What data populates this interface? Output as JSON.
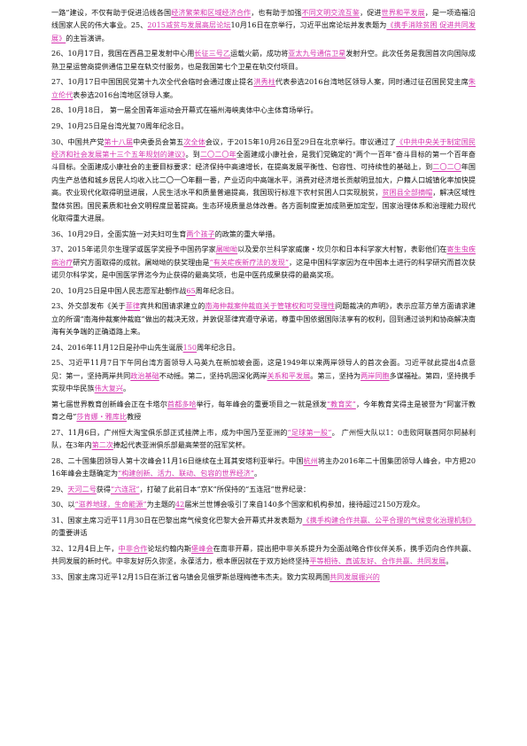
{
  "accent_color": "#d633b0",
  "paragraphs": [
    {
      "segments": [
        {
          "t": "一路”建设，不仅有助于促进沿线各国"
        },
        {
          "t": "经济繁荣和区域经济合作",
          "h": true
        },
        {
          "t": "，也有助于加强"
        },
        {
          "t": "不同文明交流互鉴",
          "h": true
        },
        {
          "t": "，促进"
        },
        {
          "t": "世界和平发展",
          "h": true
        },
        {
          "t": "，是一项造福沿线国家人民的伟大事业。25、"
        },
        {
          "t": "2015减贫与发展高层论坛",
          "h": true
        },
        {
          "t": "10月16日在京举行，习近平出席论坛并发表题为"
        },
        {
          "t": "《携手消除贫困 促进共同发展》",
          "h": true
        },
        {
          "t": "的主旨演讲。"
        }
      ]
    },
    {
      "segments": [
        {
          "t": "26、10月17日，我国在西昌卫星发射中心用"
        },
        {
          "t": "长征三号乙",
          "h": true
        },
        {
          "t": "运载火箭，成功将"
        },
        {
          "t": "亚太九号通信卫星",
          "h": true
        },
        {
          "t": "发射升空。此次任务是我国首次向国际成熟卫星运营商提供通信卫星在轨交付服务，也是我国第七个卫星在轨交付项目。"
        }
      ]
    },
    {
      "segments": [
        {
          "t": "27、10月17日中国国民党第十九次全代会临时会通过废止提名"
        },
        {
          "t": "洪秀柱",
          "h": true
        },
        {
          "t": "代表参选2016台湾地区领导人案，同时通过征召国民党主席"
        },
        {
          "t": "朱立伦代",
          "h": true
        },
        {
          "t": "表参选2016台湾地区领导人案。"
        }
      ]
    },
    {
      "segments": [
        {
          "t": "28、10月18日， 第一届全国青年运动会开幕式在福州海峡奥体中心主体育场举行。"
        }
      ]
    },
    {
      "segments": [
        {
          "t": "29、10月25日是台湾光复70周年纪念日。"
        }
      ]
    },
    {
      "segments": [
        {
          "t": "30、中国共产党"
        },
        {
          "t": "第十八届",
          "h": true
        },
        {
          "t": "中央委员会第五"
        },
        {
          "t": "次全体",
          "h": true
        },
        {
          "t": "会议，于2015年10月26日至29日在北京举行。审议通过了"
        },
        {
          "t": "《中共中央关于制定国民经济和社会发展第十三个五年规划的建议》",
          "h": true
        },
        {
          "t": "。到"
        },
        {
          "t": "二〇二〇年",
          "h": true
        },
        {
          "t": "全面建成小康社会，是我们党确定的“两个一百年”奋斗目标的第一个百年奋斗目标。全面建成小康社会的主要目标要求：经济保持中高速增长，在提高发展平衡性、包容性、可持续性的基础上，到"
        },
        {
          "t": "二〇二〇",
          "h": true
        },
        {
          "t": "年国内生产总值和城乡居民人均收入比二〇一〇年翻一番，产业迈向中高端水平，消费对经济增长贡献明显加大，户籍人口城镇化率加快提高。农业现代化取得明显进展，人民生活水平和质量普遍提高，我国现行标准下农村贫困人口实现脱贫，"
        },
        {
          "t": "贫困县全部摘帽",
          "h": true
        },
        {
          "t": "，解决区域性整体贫困。国民素质和社会文明程度显著提高。生态环境质量总体改善。各方面制度更加成熟更加定型，国家治理体系和治理能力现代化取得重大进展。"
        }
      ]
    },
    {
      "segments": [
        {
          "t": "36、10月29日，全面实施一对夫妇可生育"
        },
        {
          "t": "两个孩子",
          "h": true
        },
        {
          "t": "的政策的重大举措。"
        }
      ]
    },
    {
      "segments": [
        {
          "t": "37、2015年诺贝尔生理学或医学奖授予中国药学家"
        },
        {
          "t": "屠呦呦",
          "h": true
        },
        {
          "t": "以及爱尔兰科学家威廉・坎贝尔和日本科学家大村智，表彰他们在"
        },
        {
          "t": "寄生虫疾病治疗",
          "h": true
        },
        {
          "t": "研究方面取得的成就。屠呦呦的获奖理由是"
        },
        {
          "t": "“有关疟疾新疗法的发现”",
          "h": true
        },
        {
          "t": "，这是中国科学家因为在中国本土进行的科学研究而首次获诺贝尔科学奖，是中国医学界迄今为止获得的最高奖项，也是中医药成果获得的最高奖项。"
        }
      ]
    },
    {
      "segments": [
        {
          "t": "20、10月25日是中国人民志愿军赴朝作战"
        },
        {
          "t": "65",
          "h": true
        },
        {
          "t": "周年纪念日。"
        }
      ]
    },
    {
      "segments": [
        {
          "t": "23、外交部发布《关于"
        },
        {
          "t": "菲律",
          "h": true
        },
        {
          "t": "宾共和国请求建立的"
        },
        {
          "t": "南海仲裁案仲裁庭关于管辖权和可受理性",
          "h": true
        },
        {
          "t": "问题裁决的声明》，表示应菲方单方面请求建立的所谓“南海仲裁案仲裁庭”做出的裁决无效，并敦促菲律宾遵守承诺，尊重中国依据国际法享有的权利，回到通过谈判和协商解决南海有关争端的正确道路上来。"
        }
      ]
    },
    {
      "segments": [
        {
          "t": "24、2016年11月12日是孙中山先生诞辰"
        },
        {
          "t": "150",
          "h": true
        },
        {
          "t": "周年纪念日。"
        }
      ]
    },
    {
      "segments": [
        {
          "t": "25、习近平11月7日下午同台湾方面领导人马英九在新加坡会面，这是1949年以来两岸领导人的首次会面。习近平就此提出4点意见：第一，坚持两岸共同"
        },
        {
          "t": "政治基础",
          "h": true
        },
        {
          "t": "不动摇。第二，坚持巩固深化两岸"
        },
        {
          "t": "关系和平发展",
          "h": true
        },
        {
          "t": "。第三，坚持为"
        },
        {
          "t": "两岸同胞",
          "h": true
        },
        {
          "t": "多谋福祉。第四，坚持携手实现中华民族"
        },
        {
          "t": "伟大复兴",
          "h": true
        },
        {
          "t": "。"
        }
      ]
    },
    {
      "segments": [
        {
          "t": "第七届世界教育创新峰会正在卡塔尔"
        },
        {
          "t": "首都多哈",
          "h": true
        },
        {
          "t": "举行，每年峰会的重要项目之一就是颁发"
        },
        {
          "t": "“教育奖”",
          "h": true
        },
        {
          "t": "，今年教育奖得主是被誉为“阿富汗教育之母”"
        },
        {
          "t": "莎肯娜・雅库比",
          "h": true
        },
        {
          "t": "教授"
        }
      ]
    },
    {
      "segments": [
        {
          "t": "27、11月6日，广州恒大淘宝俱乐部正式挂牌上市，成为中国乃至亚洲的"
        },
        {
          "t": "“足球第一股”",
          "h": true
        },
        {
          "t": "。 广州恒大队以1：0击败阿联酋阿尔阿赫利队，在3年内"
        },
        {
          "t": "第二次",
          "h": true
        },
        {
          "t": "捧起代表亚洲俱乐部最高荣誉的冠军奖杯。"
        }
      ]
    },
    {
      "segments": [
        {
          "t": "28、二十国集团领导人第十次峰会11月16日继续在土耳其安塔利亚举行。中国"
        },
        {
          "t": "杭州",
          "h": true
        },
        {
          "t": "将主办2016年二十国集团领导人峰会，中方把2016年峰会主题确定为"
        },
        {
          "t": "“构建创新、活力、联动、包容的世界经济”",
          "h": true
        },
        {
          "t": "。"
        }
      ]
    },
    {
      "segments": [
        {
          "t": "29、"
        },
        {
          "t": "天河二号",
          "h": true
        },
        {
          "t": "获得"
        },
        {
          "t": "“六连冠”",
          "h": true
        },
        {
          "t": "，打破了此前日本“京K”所保持的“五连冠”世界纪录："
        }
      ]
    },
    {
      "segments": [
        {
          "t": "30、以"
        },
        {
          "t": "“滋养地球，生命能源”",
          "h": true
        },
        {
          "t": "为主题的"
        },
        {
          "t": "42",
          "h": true
        },
        {
          "t": "届米兰世博会吸引了来自140多个国家和机构参加，接待超过2150万观众。"
        }
      ]
    },
    {
      "segments": [
        {
          "t": "31、国家主席习近平11月30日在巴黎出席气候变化巴黎大会开幕式并发表题为"
        },
        {
          "t": "《携手构建合作共赢、公平合理的气候变化治理机制》",
          "h": true
        },
        {
          "t": "的重要讲话"
        }
      ]
    },
    {
      "segments": [
        {
          "t": "32、12月4日上午，"
        },
        {
          "t": "中非合作",
          "h": true
        },
        {
          "t": "论坛约翰内斯"
        },
        {
          "t": "堡峰会",
          "h": true
        },
        {
          "t": "在南非开幕，提出把中非关系提升为全面战略合作伙伴关系，携手迈向合作共赢、共同发展的新时代。中非友好历久弥坚，永葆活力，根本原因就在于双方始终坚持"
        },
        {
          "t": "平等相待、真诚友好、合作共赢、共同发展",
          "h": true
        },
        {
          "t": "。"
        }
      ]
    },
    {
      "segments": [
        {
          "t": "33、国家主席习近平12月15日在浙江省乌镇会见俄罗斯总理梅德韦杰夫。致力实现两国"
        },
        {
          "t": "共同发展振兴的",
          "h": true
        }
      ]
    }
  ]
}
